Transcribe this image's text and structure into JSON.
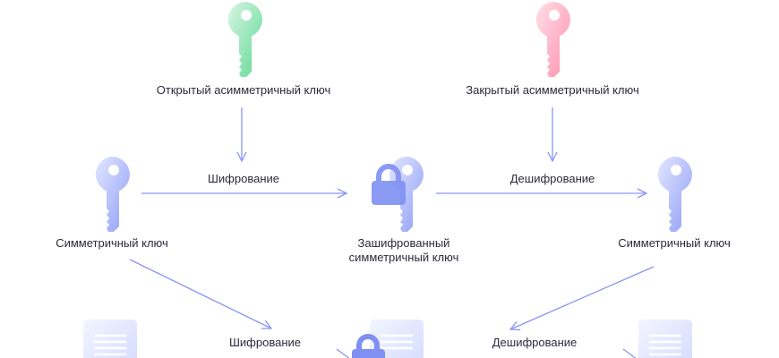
{
  "labels": {
    "public_key": "Открытый асимметричный ключ",
    "private_key": "Закрытый асимметричный ключ",
    "encrypt_top": "Шифрование",
    "decrypt_top": "Дешифрование",
    "sym_key_left": "Симметричный ключ",
    "encrypted_key_line1": "Зашифрованный",
    "encrypted_key_line2": "симметричный ключ",
    "sym_key_right": "Симметричный ключ",
    "encrypt_bottom": "Шифрование",
    "decrypt_bottom": "Дешифрование"
  },
  "colors": {
    "arrow": "#8a96f5",
    "green": "#6fdc9c",
    "pink": "#ff9eb8",
    "blue": "#9aa8f8",
    "lock": "#7f90f2"
  }
}
